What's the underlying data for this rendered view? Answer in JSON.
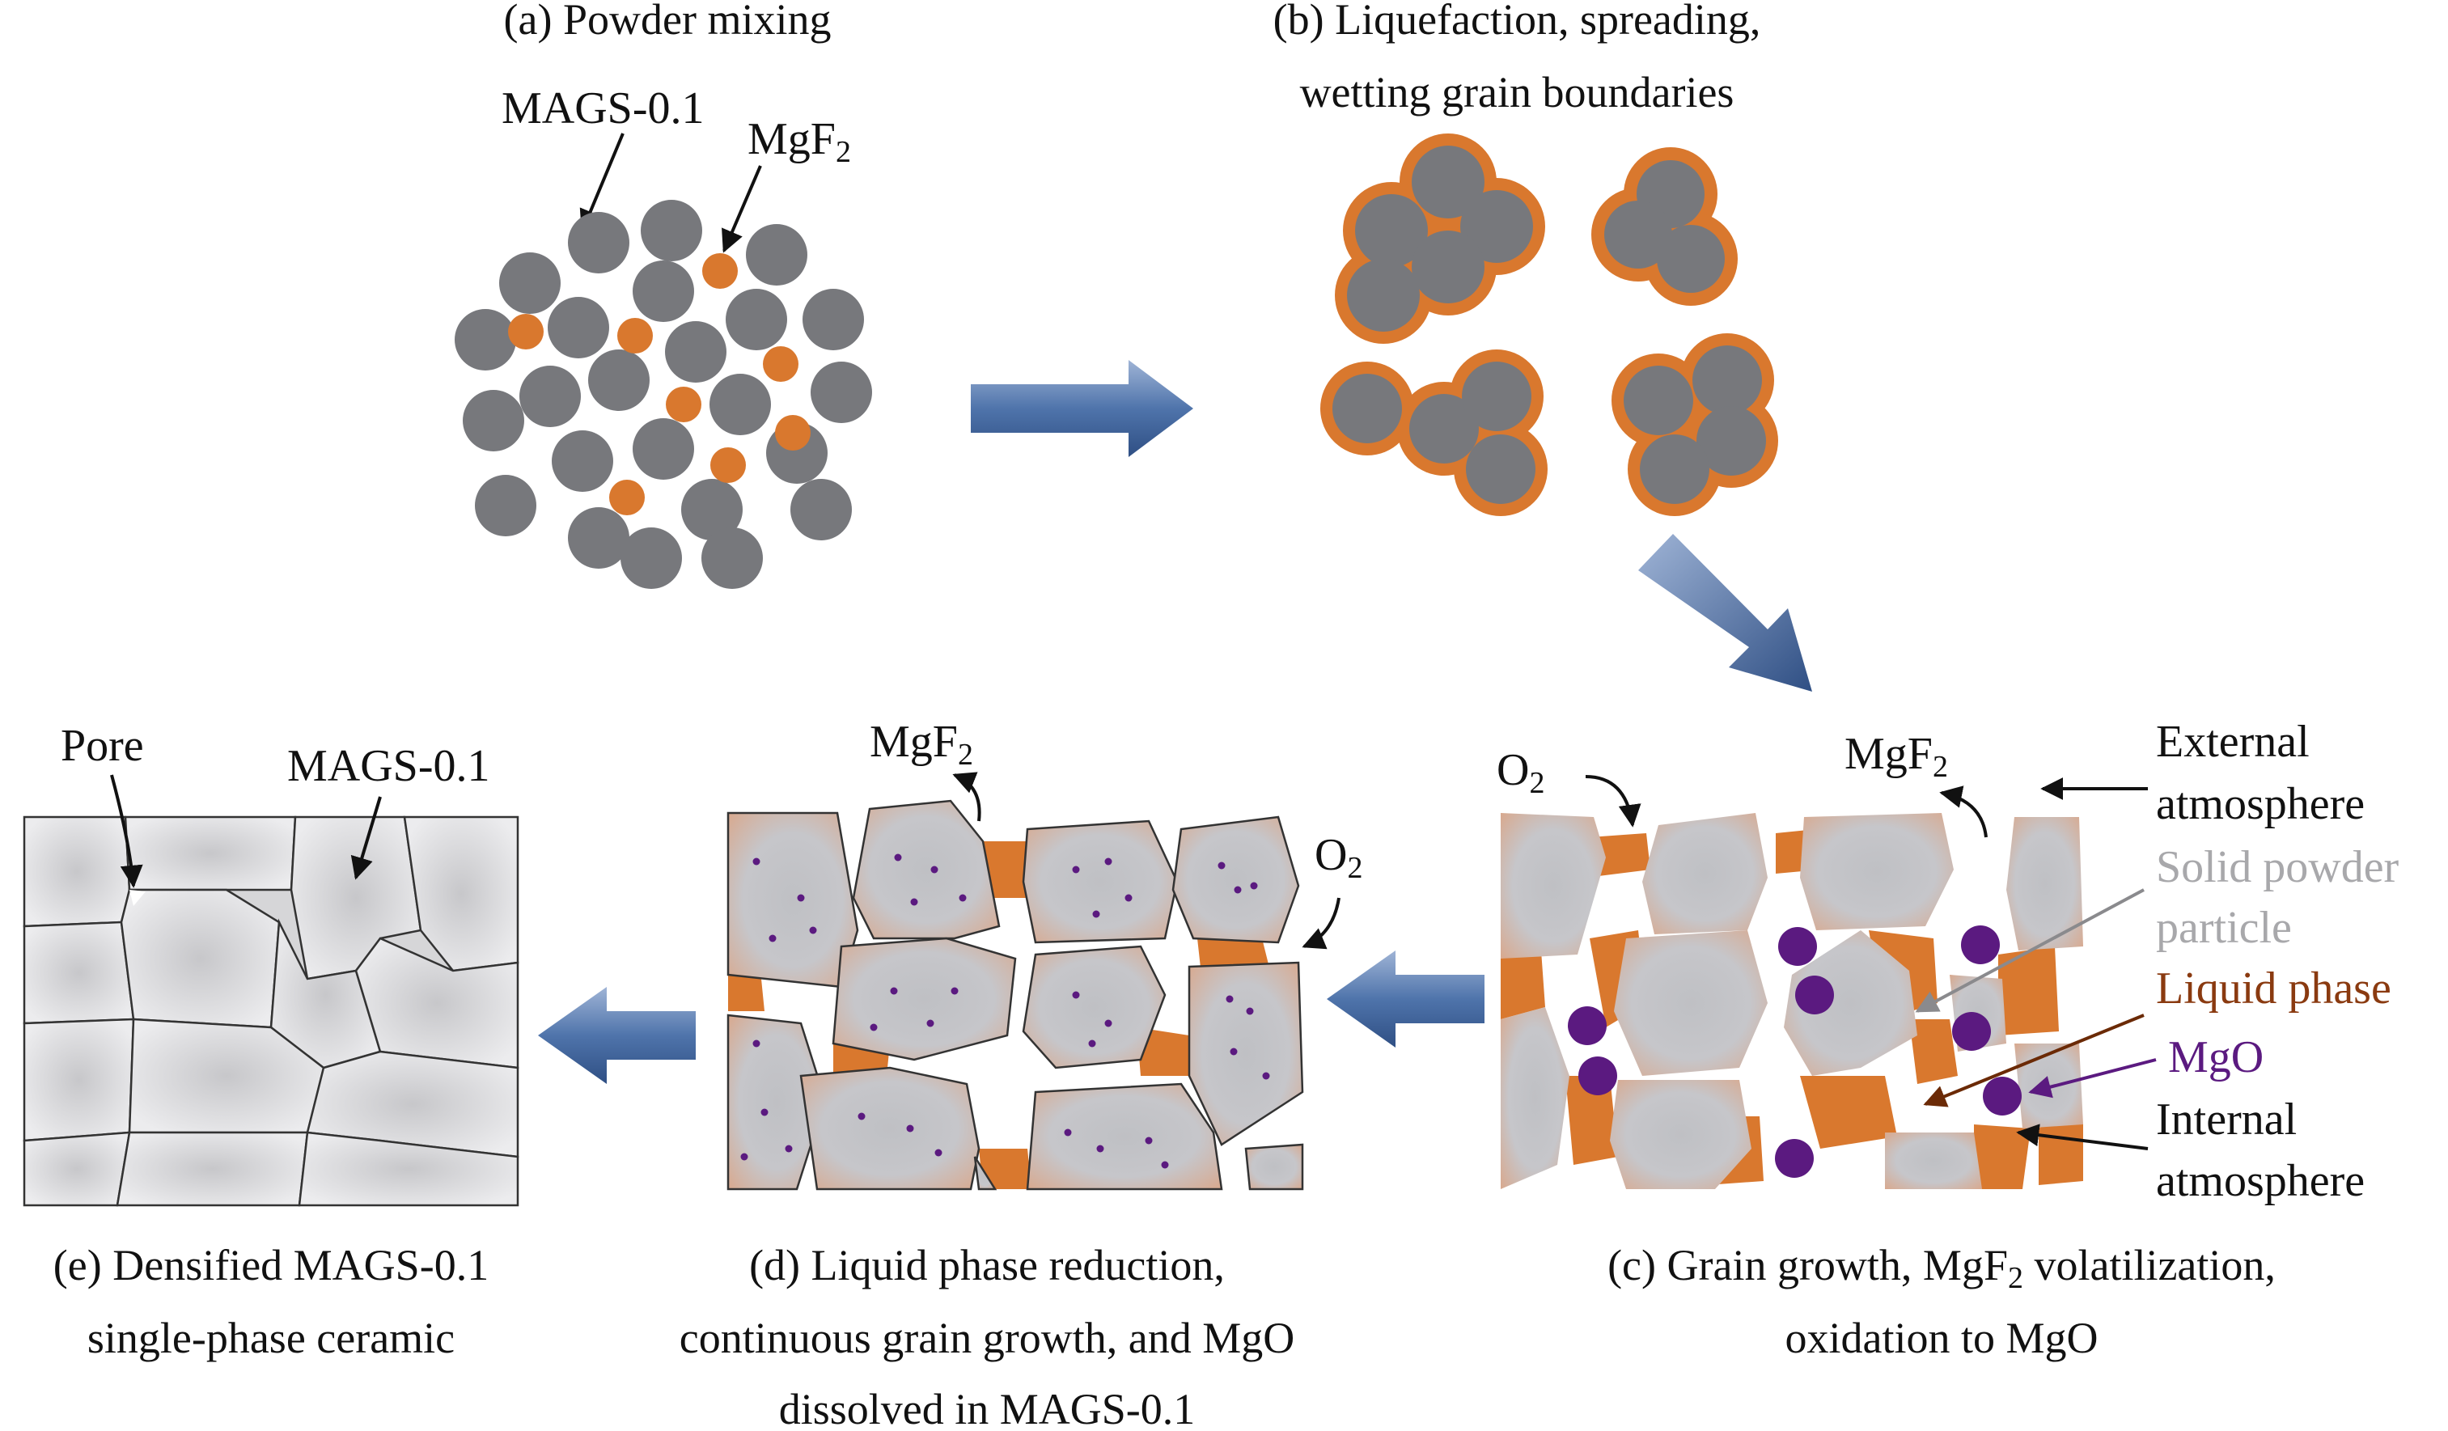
{
  "panels": {
    "a": {
      "caption": "(a) Powder mixing",
      "label_mags": "MAGS-0.1",
      "label_mgf2": "MgF",
      "label_mgf2_sub": "2"
    },
    "b": {
      "caption_line1": "(b) Liquefaction, spreading,",
      "caption_line2": "wetting grain boundaries"
    },
    "c": {
      "caption_line1_pre": "(c) Grain growth, MgF",
      "caption_line1_sub": "2",
      "caption_line1_post": " volatilization,",
      "caption_line2": "oxidation to MgO",
      "label_o2": "O",
      "label_o2_sub": "2",
      "label_mgf2": "MgF",
      "label_mgf2_sub": "2",
      "legend_external_1": "External",
      "legend_external_2": "atmosphere",
      "legend_solid_1": "Solid powder",
      "legend_solid_2": "particle",
      "legend_liquid": "Liquid phase",
      "legend_mgo": "MgO",
      "legend_internal_1": "Internal",
      "legend_internal_2": "atmosphere"
    },
    "d": {
      "caption_line1": "(d) Liquid phase reduction,",
      "caption_line2": "continuous grain growth, and MgO",
      "caption_line3": "dissolved in MAGS-0.1",
      "label_mgf2": "MgF",
      "label_mgf2_sub": "2",
      "label_o2": "O",
      "label_o2_sub": "2"
    },
    "e": {
      "caption_line1": "(e) Densified MAGS-0.1",
      "caption_line2": "single-phase ceramic",
      "label_pore": "Pore",
      "label_mags": "MAGS-0.1"
    }
  },
  "colors": {
    "grain_gray": "#77787c",
    "liquid_orange": "#d9782e",
    "mgo_purple": "#5b1a80",
    "arrow_blue": "#4a6fa5",
    "solid_gray": "#c9c9cc",
    "legend_solid": "#a8a8ab",
    "legend_liquid": "#8a3a10",
    "legend_mgo": "#5b1a80"
  }
}
